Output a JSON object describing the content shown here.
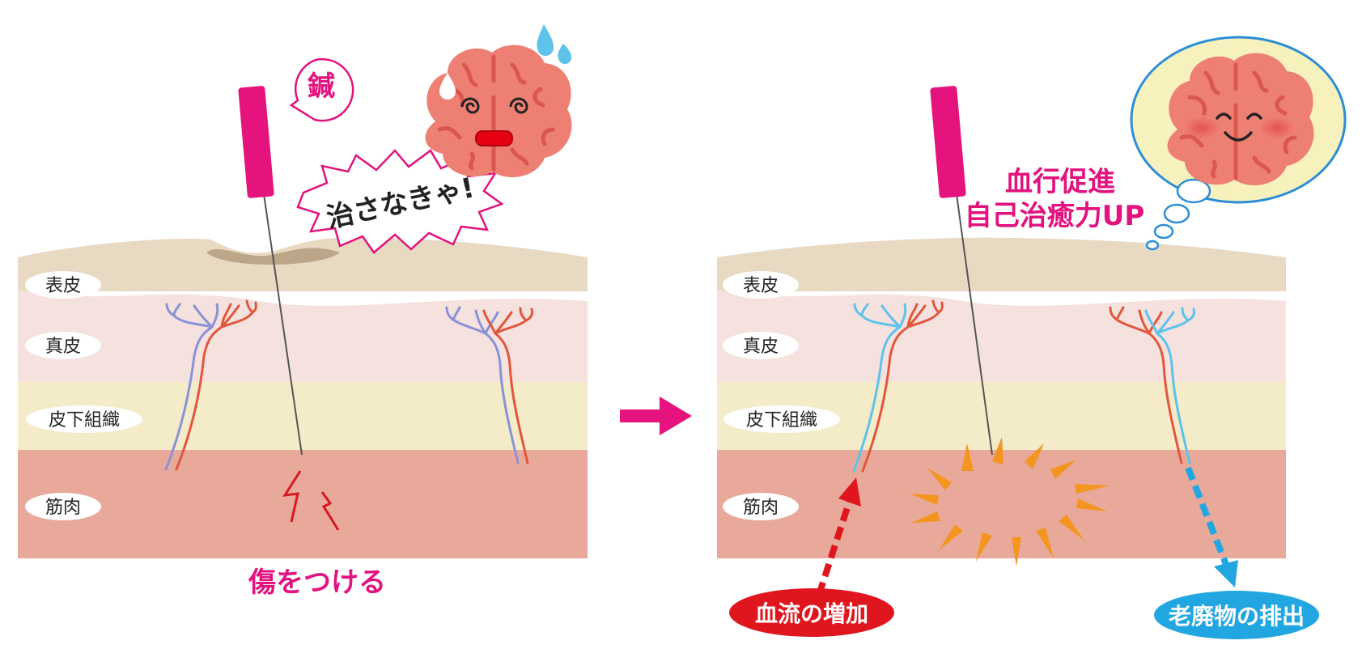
{
  "colors": {
    "epidermis": "#E8D9C3",
    "dermis": "#F5E2DF",
    "subcutaneous": "#F4EBC9",
    "muscle": "#E8A99B",
    "needle": "#E4137D",
    "pink_text": "#E2127E",
    "artery": "#E2563B",
    "vein": "#8A92D6",
    "capillary_blue": "#5EC2EA",
    "brain": "#EE7F73",
    "brain_dark": "#D9574B",
    "thought_bubble_fill": "#F7F2BD",
    "thought_bubble_stroke": "#2B8DD6",
    "flare": "#F3951F",
    "blood_flow_badge": "#E0161E",
    "waste_badge": "#22A6E2",
    "arrow": "#E4137D"
  },
  "left_panel": {
    "layers": [
      "表皮",
      "真皮",
      "皮下組織",
      "筋肉"
    ],
    "speech_icon": "鍼",
    "burst_text": "治さなきゃ!",
    "caption": "傷をつける",
    "icons": [
      "needle-icon",
      "brain-worried-icon",
      "sweat-drop-icon",
      "lightning-icon"
    ]
  },
  "transition_arrow": "arrow-right-icon",
  "right_panel": {
    "layers": [
      "表皮",
      "真皮",
      "皮下組織",
      "筋肉"
    ],
    "headline_1": "血行促進",
    "headline_2": "自己治癒力UP",
    "badge_blood": "血流の増加",
    "badge_waste": "老廃物の排出",
    "icons": [
      "needle-icon",
      "brain-happy-icon",
      "healing-burst-icon"
    ]
  }
}
